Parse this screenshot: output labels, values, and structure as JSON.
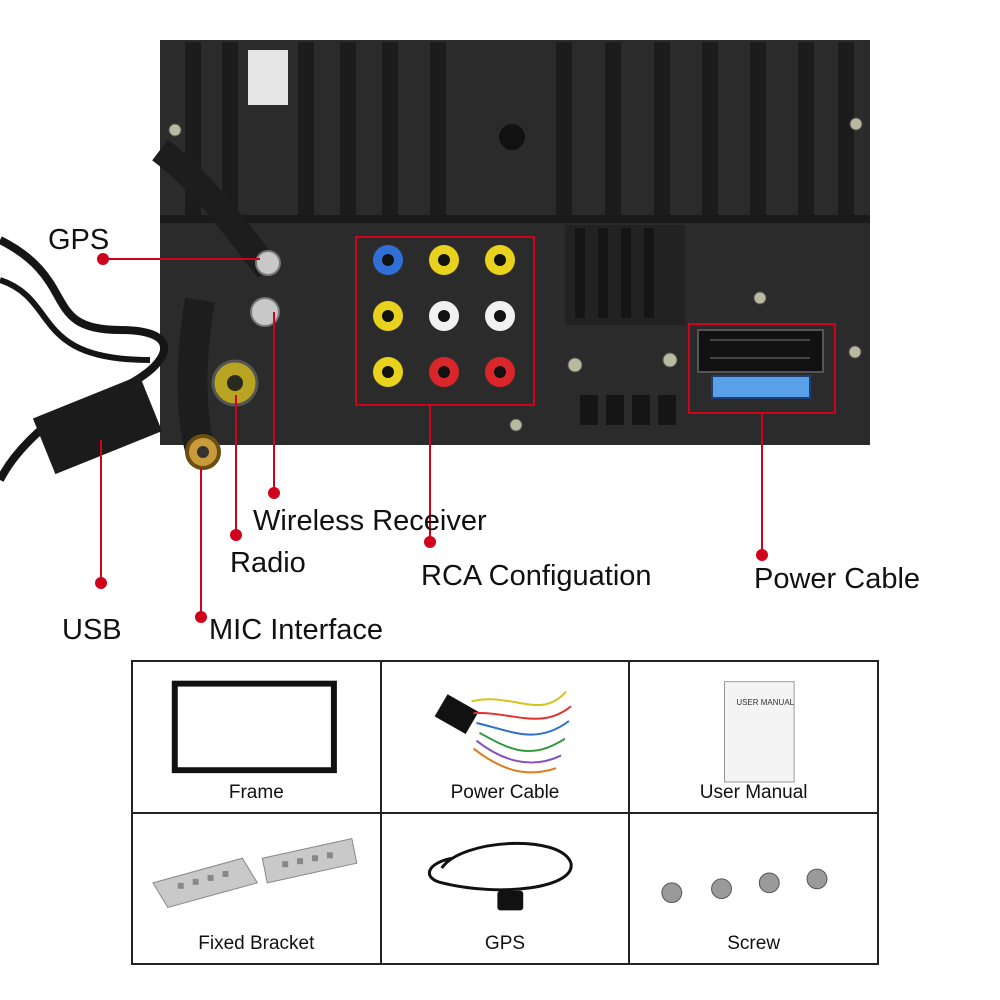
{
  "callouts": {
    "gps": "GPS",
    "wireless_receiver": "Wireless Receiver",
    "radio": "Radio",
    "rca": "RCA Configuation",
    "power_cable": "Power Cable",
    "usb": "USB",
    "mic": "MIC Interface"
  },
  "accessories": [
    {
      "label": "Frame"
    },
    {
      "label": "Power Cable"
    },
    {
      "label": "User Manual"
    },
    {
      "label": "Fixed Bracket"
    },
    {
      "label": "GPS"
    },
    {
      "label": "Screw"
    }
  ],
  "manual_cover_text": "USER MANUAL",
  "colors": {
    "callout": "#d0021b",
    "unit_body": "#2a2a2a",
    "rca_blue": "#2f6fd6",
    "rca_yellow": "#e8d21e",
    "rca_white": "#f1f1f1",
    "rca_red": "#d8262a"
  }
}
